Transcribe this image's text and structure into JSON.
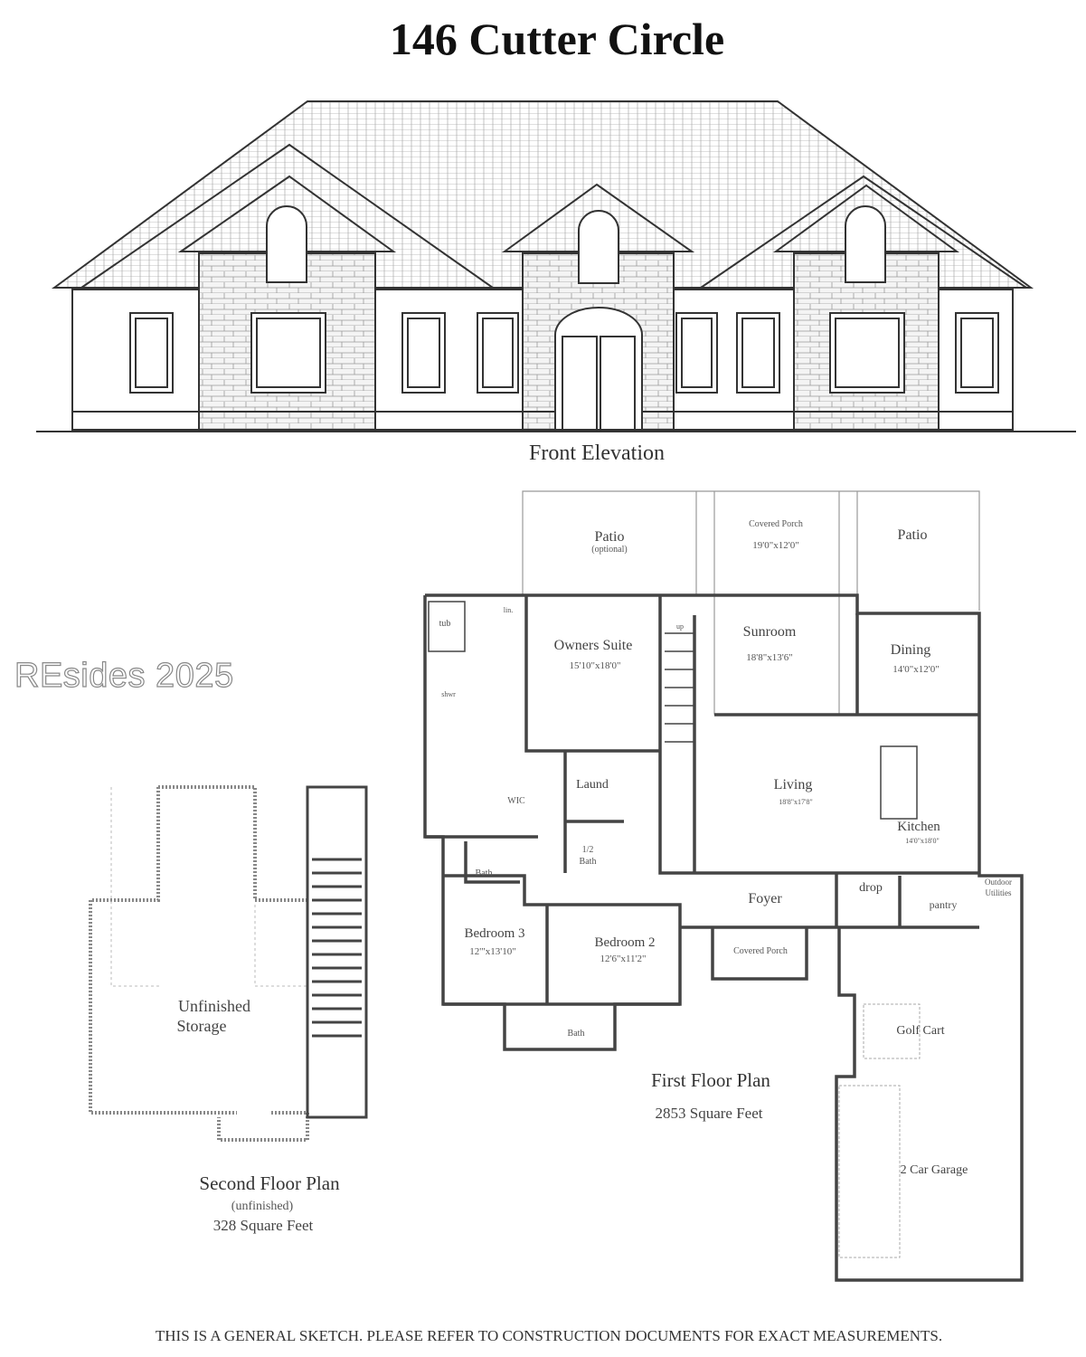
{
  "title": "146 Cutter Circle",
  "elevation": {
    "label": "Front Elevation"
  },
  "watermark": "REsides 2025",
  "first_floor": {
    "title": "First Floor Plan",
    "area": "2853 Square Feet",
    "rooms": {
      "patio_left": {
        "name": "Patio",
        "note": "(optional)"
      },
      "covered_porch_rear": {
        "name": "Covered Porch",
        "dims": "19'0\"x12'0\""
      },
      "patio_right": {
        "name": "Patio"
      },
      "tub": {
        "name": "tub"
      },
      "shower": {
        "name": "shwr"
      },
      "linen": {
        "name": "lin."
      },
      "owners_suite": {
        "name": "Owners Suite",
        "dims": "15'10\"x18'0\""
      },
      "stairs": {
        "name": "up"
      },
      "sunroom": {
        "name": "Sunroom",
        "dims": "18'8\"x13'6\""
      },
      "dining": {
        "name": "Dining",
        "dims": "14'0\"x12'0\""
      },
      "wic": {
        "name": "WIC"
      },
      "laundry": {
        "name": "Laund"
      },
      "living": {
        "name": "Living",
        "dims": "18'8\"x17'8\""
      },
      "kitchen": {
        "name": "Kitchen",
        "dims": "14'0\"x18'0\""
      },
      "half_bath": {
        "name": "1/2",
        "name2": "Bath"
      },
      "bath_owner": {
        "name": "Bath"
      },
      "foyer": {
        "name": "Foyer"
      },
      "drop": {
        "name": "drop"
      },
      "pantry": {
        "name": "pantry"
      },
      "outdoor_utilities": {
        "name": "Outdoor",
        "name2": "Utilities"
      },
      "bedroom3": {
        "name": "Bedroom 3",
        "dims": "12'\"x13'10\""
      },
      "bedroom2": {
        "name": "Bedroom 2",
        "dims": "12'6\"x11'2\""
      },
      "covered_porch_front": {
        "name": "Covered Porch"
      },
      "bath_shared": {
        "name": "Bath"
      },
      "golf_cart": {
        "name": "Golf Cart"
      },
      "garage": {
        "name": "2 Car Garage"
      }
    }
  },
  "second_floor": {
    "title": "Second Floor Plan",
    "note": "(unfinished)",
    "area": "328 Square Feet",
    "rooms": {
      "storage": {
        "line1": "Unfinished",
        "line2": "Storage"
      }
    }
  },
  "disclaimer": "THIS IS A GENERAL SKETCH. PLEASE REFER TO CONSTRUCTION DOCUMENTS FOR EXACT MEASUREMENTS."
}
